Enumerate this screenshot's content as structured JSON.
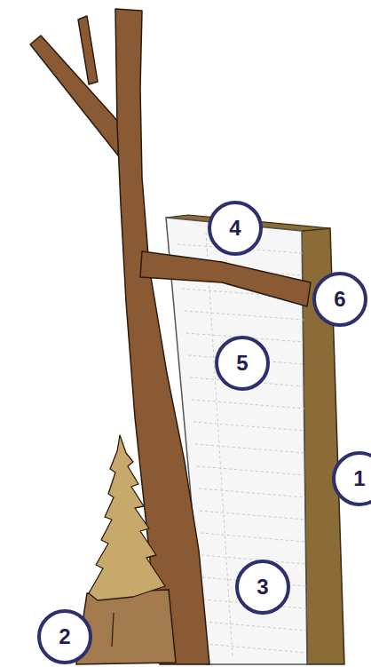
{
  "diagram": {
    "labels": [
      "4",
      "6",
      "5",
      "1",
      "3",
      "2"
    ]
  }
}
